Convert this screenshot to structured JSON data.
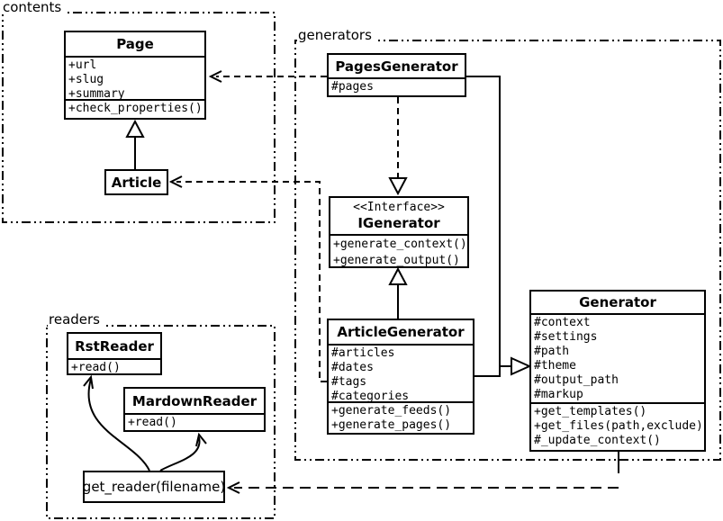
{
  "packages": {
    "contents": {
      "label": "contents"
    },
    "generators": {
      "label": "generators"
    },
    "readers": {
      "label": "readers"
    }
  },
  "classes": {
    "page": {
      "name": "Page",
      "attributes": [
        "+url",
        "+slug",
        "+summary"
      ],
      "methods": [
        "+check_properties()"
      ]
    },
    "article": {
      "name": "Article"
    },
    "pages_generator": {
      "name": "PagesGenerator",
      "attributes": [
        "#pages"
      ]
    },
    "igenerator": {
      "stereotype": "<<Interface>>",
      "name": "IGenerator",
      "methods": [
        "+generate_context()",
        "+generate_output()"
      ]
    },
    "article_generator": {
      "name": "ArticleGenerator",
      "attributes": [
        "#articles",
        "#dates",
        "#tags",
        "#categories"
      ],
      "methods": [
        "+generate_feeds()",
        "+generate_pages()"
      ]
    },
    "generator": {
      "name": "Generator",
      "attributes": [
        "#context",
        "#settings",
        "#path",
        "#theme",
        "#output_path",
        "#markup"
      ],
      "methods": [
        "+get_templates()",
        "+get_files(path,exclude)",
        "#_update_context()"
      ]
    },
    "rst_reader": {
      "name": "RstReader",
      "methods": [
        "+read()"
      ]
    },
    "markdown_reader": {
      "name": "MardownReader",
      "methods": [
        "+read()"
      ]
    },
    "get_reader": {
      "label": "get_reader(filename)"
    }
  },
  "relations": [
    {
      "from": "Article",
      "to": "Page",
      "type": "generalization"
    },
    {
      "from": "PagesGenerator",
      "to": "Page",
      "type": "dependency"
    },
    {
      "from": "ArticleGenerator",
      "to": "Article",
      "type": "dependency"
    },
    {
      "from": "PagesGenerator",
      "to": "IGenerator",
      "type": "realization"
    },
    {
      "from": "ArticleGenerator",
      "to": "IGenerator",
      "type": "generalization"
    },
    {
      "from": "PagesGenerator",
      "to": "Generator",
      "type": "generalization"
    },
    {
      "from": "ArticleGenerator",
      "to": "Generator",
      "type": "generalization"
    },
    {
      "from": "Generator",
      "to": "get_reader(filename)",
      "type": "dependency"
    },
    {
      "from": "get_reader(filename)",
      "to": "RstReader",
      "type": "arrow"
    },
    {
      "from": "get_reader(filename)",
      "to": "MardownReader",
      "type": "arrow"
    }
  ],
  "colors": {
    "ink": "#000000",
    "background": "#ffffff"
  }
}
